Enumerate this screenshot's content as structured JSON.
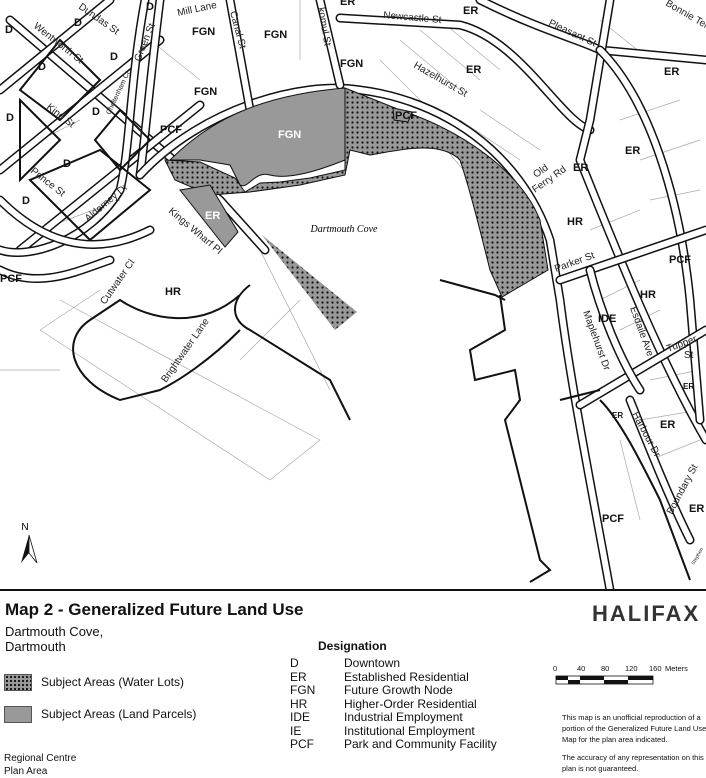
{
  "map": {
    "water_label": "Dartmouth Cove",
    "zones": [
      {
        "code": "D"
      },
      {
        "code": "D"
      },
      {
        "code": "D"
      },
      {
        "code": "D"
      },
      {
        "code": "D"
      },
      {
        "code": "D"
      },
      {
        "code": "D"
      },
      {
        "code": "D"
      },
      {
        "code": "D"
      },
      {
        "code": "FGN"
      },
      {
        "code": "FGN"
      },
      {
        "code": "FGN"
      },
      {
        "code": "FGN"
      },
      {
        "code": "FGN"
      },
      {
        "code": "PCF"
      },
      {
        "code": "PCF"
      },
      {
        "code": "PCF"
      },
      {
        "code": "PCF"
      },
      {
        "code": "PCF"
      },
      {
        "code": "ER"
      },
      {
        "code": "ER"
      },
      {
        "code": "ER"
      },
      {
        "code": "ER"
      },
      {
        "code": "ER"
      },
      {
        "code": "ER"
      },
      {
        "code": "ER"
      },
      {
        "code": "ER"
      },
      {
        "code": "ER"
      },
      {
        "code": "ER"
      },
      {
        "code": "ER"
      },
      {
        "code": "HR"
      },
      {
        "code": "HR"
      },
      {
        "code": "HR"
      },
      {
        "code": "IDE"
      }
    ],
    "streets": [
      "Dundas St",
      "Wentworth St",
      "Green St",
      "Cheltenham Ct",
      "King St",
      "Prince St",
      "Alderney Dr",
      "Kings Wharf Pl",
      "Cutwater Cl",
      "Brightwater Lane",
      "Mill Lane",
      "Canal St",
      "komul St",
      "Newcastle St",
      "Pleasant St",
      "Bonnie Ter",
      "Hazelhurst St",
      "Old",
      "Ferry Rd",
      "Parker St",
      "Maplehurst Dr",
      "Esdaile Ave",
      "Tupper",
      "St",
      "Harbour Dr",
      "Boundary St",
      "Stephen"
    ],
    "north_label": "N"
  },
  "legend": {
    "title": "Map 2 - Generalized Future Land Use",
    "subtitle_line1": "Dartmouth Cove,",
    "subtitle_line2": "Dartmouth",
    "logo": "HALIFAX",
    "water_lots": "Subject Areas (Water Lots)",
    "land_parcels": "Subject Areas (Land Parcels)",
    "regional_line1": "Regional Centre",
    "regional_line2": "Plan Area",
    "designation_heading": "Designation",
    "designations": [
      {
        "code": "D",
        "name": "Downtown"
      },
      {
        "code": "ER",
        "name": "Established Residential"
      },
      {
        "code": "FGN",
        "name": "Future Growth Node"
      },
      {
        "code": "HR",
        "name": "Higher-Order Residential"
      },
      {
        "code": "IDE",
        "name": "Industrial Employment"
      },
      {
        "code": "IE",
        "name": "Institutional Employment"
      },
      {
        "code": "PCF",
        "name": "Park and Community Facility"
      }
    ],
    "scale_ticks": [
      "0",
      "40",
      "80",
      "120",
      "160"
    ],
    "scale_unit": "Meters",
    "disclaimer1": "This map is an unofficial reproduction of a portion of the Generalized Future Land Use Map for the plan area indicated.",
    "disclaimer2": "The accuracy of any representation on this plan is not guaranteed."
  },
  "colors": {
    "subject_fill": "#999999",
    "boundary": "#111111",
    "lot_line": "#aaaaaa"
  }
}
